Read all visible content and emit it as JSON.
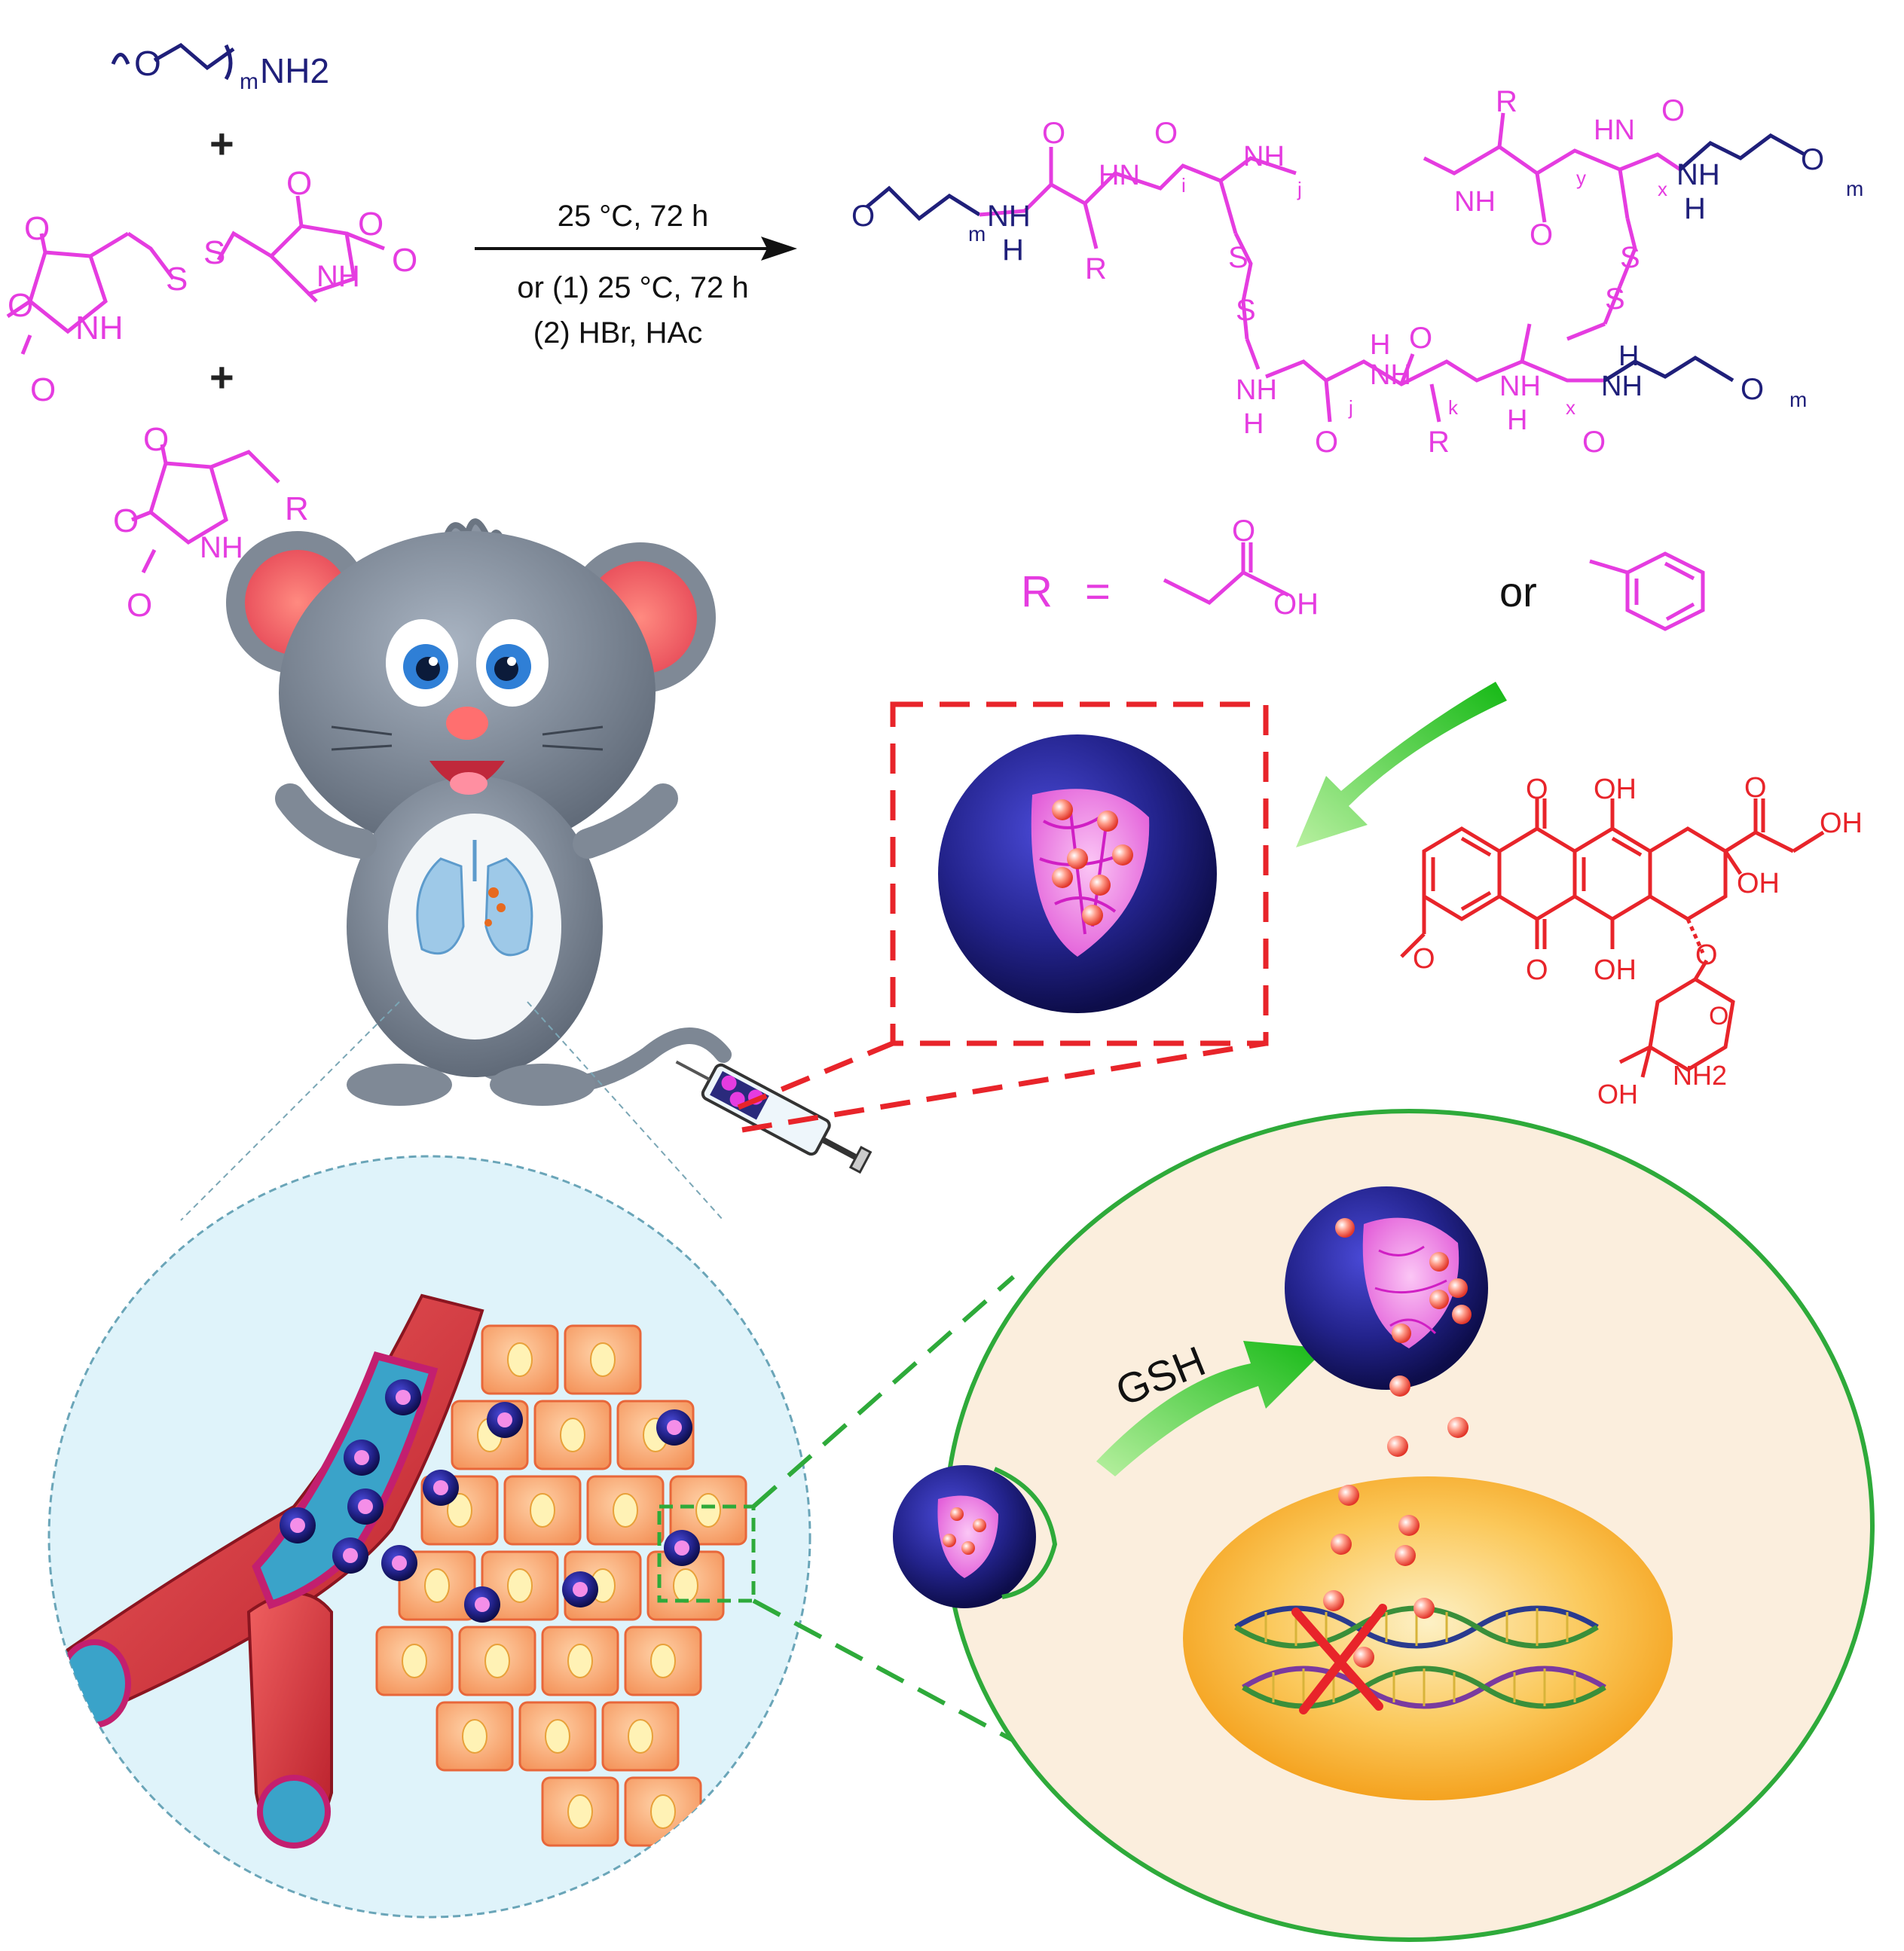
{
  "colors": {
    "monomer": "#e53ce0",
    "peg": "#1f1f7a",
    "drug": "#e8242a",
    "arrow_green": "#33c633",
    "dash_red": "#e8242a",
    "dash_green": "#2eaa3a",
    "cell_bg": "#fbeedd",
    "tissue_bg": "#dff3fa",
    "nanoparticle": "#23238c",
    "core": "#f48ee8"
  },
  "reagents": {
    "peg_amine": {
      "m": "m",
      "nh2": "NH2"
    },
    "plus": "+",
    "cystine_nca": {
      "o": "O",
      "s": "S",
      "nh": "NH"
    },
    "r_nca": {
      "o": "O",
      "nh": "NH",
      "r": "R"
    }
  },
  "conditions": {
    "line1": "25 °C, 72 h",
    "line2": "or (1) 25 °C, 72 h",
    "line3": "(2) HBr, HAc"
  },
  "product": {
    "labels": {
      "o": "O",
      "m": "m",
      "nh": "NH",
      "h": "H",
      "hn": "HN",
      "r": "R",
      "s": "S",
      "i": "i",
      "j": "j",
      "k": "k",
      "x": "x",
      "y": "y"
    }
  },
  "r_group": {
    "r": "R",
    "equals": "=",
    "oh": "OH",
    "o": "O",
    "or": "or"
  },
  "doxorubicin": {
    "o": "O",
    "oh": "OH",
    "nh2": "NH2"
  },
  "mechanism": {
    "gsh": "GSH"
  },
  "icons": [
    "mouse-icon",
    "syringe-icon",
    "nanoparticle-icon",
    "blood-vessel-icon",
    "dna-icon",
    "green-arrow-icon"
  ]
}
